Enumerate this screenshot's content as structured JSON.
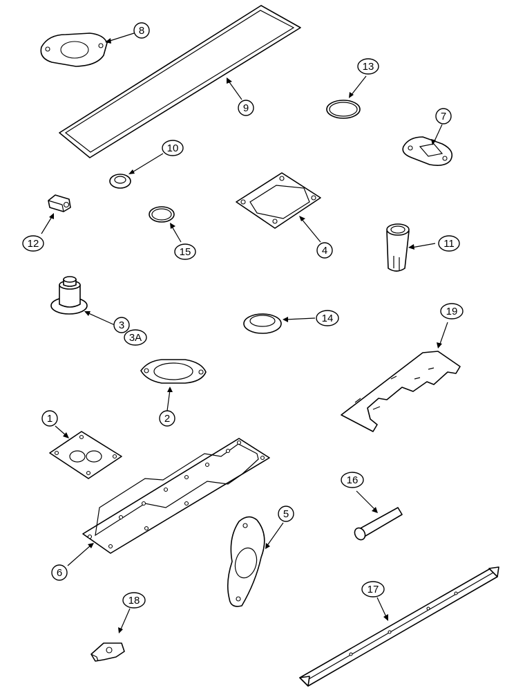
{
  "callouts": [
    {
      "id": "c8",
      "label": "8"
    },
    {
      "id": "c9",
      "label": "9"
    },
    {
      "id": "c13",
      "label": "13"
    },
    {
      "id": "c7",
      "label": "7"
    },
    {
      "id": "c10",
      "label": "10"
    },
    {
      "id": "c12",
      "label": "12"
    },
    {
      "id": "c15",
      "label": "15"
    },
    {
      "id": "c4",
      "label": "4"
    },
    {
      "id": "c11",
      "label": "11"
    },
    {
      "id": "c3",
      "label": "3"
    },
    {
      "id": "c3a",
      "label": "3A"
    },
    {
      "id": "c14",
      "label": "14"
    },
    {
      "id": "c19",
      "label": "19"
    },
    {
      "id": "c2",
      "label": "2"
    },
    {
      "id": "c1",
      "label": "1"
    },
    {
      "id": "c16",
      "label": "16"
    },
    {
      "id": "c5",
      "label": "5"
    },
    {
      "id": "c6",
      "label": "6"
    },
    {
      "id": "c17",
      "label": "17"
    },
    {
      "id": "c18",
      "label": "18"
    }
  ]
}
